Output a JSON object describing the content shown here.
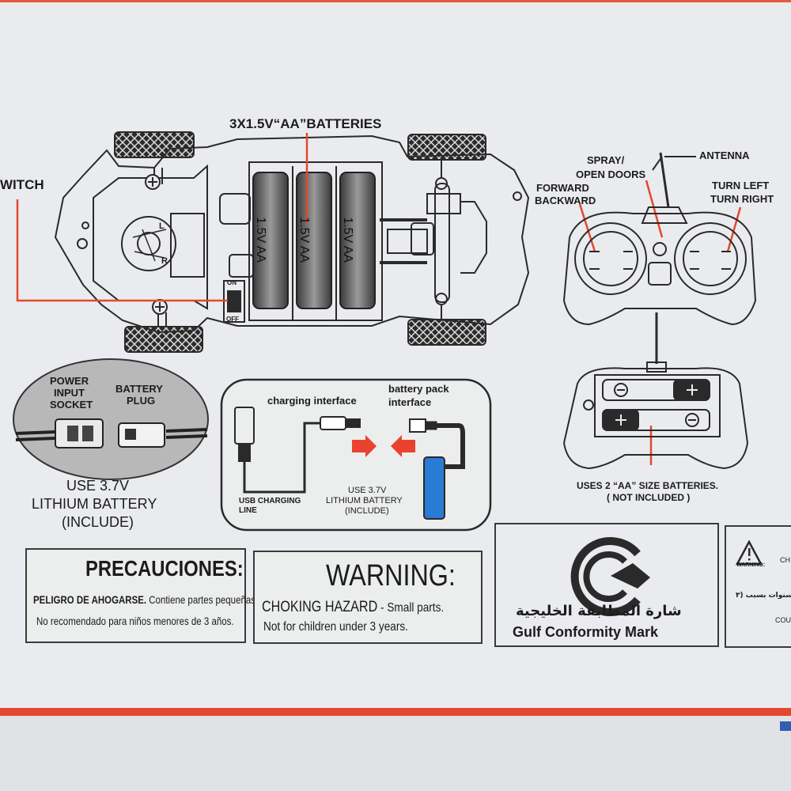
{
  "car_diagram": {
    "switch_label": "WITCH",
    "batteries_label": "3X1.5V“AA”BATTERIES",
    "battery_text": "1.5V AA",
    "switch_on": "ON",
    "switch_off": "OFF",
    "dial_l": "L",
    "dial_r": "R"
  },
  "remote_diagram": {
    "spray_label_1": "SPRAY/",
    "spray_label_2": "OPEN DOORS",
    "antenna_label": "ANTENNA",
    "forward_label": "FORWARD",
    "backward_label": "BACKWARD",
    "turn_left_label": "TURN LEFT",
    "turn_right_label": "TURN RIGHT",
    "batteries_note_1": "USES 2 “AA” SIZE BATTERIES.",
    "batteries_note_2": "( NOT INCLUDED )"
  },
  "battery_socket": {
    "power_input_1": "POWER",
    "power_input_2": "INPUT",
    "power_input_3": "SOCKET",
    "battery_plug_1": "BATTERY",
    "battery_plug_2": "PLUG",
    "use_1": "USE 3.7V",
    "use_2": "LITHIUM BATTERY",
    "use_3": "(INCLUDE)"
  },
  "charging": {
    "charging_interface": "charging interface",
    "battery_pack_1": "battery pack",
    "battery_pack_2": "interface",
    "usb_line_1": "USB CHARGING",
    "usb_line_2": "LINE",
    "use_1": "USE 3.7V",
    "use_2": "LITHIUM BATTERY",
    "use_3": "(INCLUDE)"
  },
  "warnings": {
    "es_title": "PRECAUCIONES:",
    "es_line1_bold": "PELIGRO DE AHOGARSE.",
    "es_line1_rest": " Contiene partes pequeñas.",
    "es_line2": "No recomendado para niños menores de 3 años.",
    "en_title": "WARNING:",
    "en_line1_bold": "CHOKING HAZARD",
    "en_line1_rest": " - Small parts.",
    "en_line2": "Not for children under 3 years."
  },
  "gulf_mark": {
    "arabic": "شارة المطابقة الخليجية",
    "english": "Gulf Conformity Mark"
  },
  "partial_box": {
    "warning": "WARNING:",
    "ch": "CH",
    "arabic": "سنوات بسبب (٣",
    "cou": "COU"
  },
  "colors": {
    "accent_red": "#e2492e",
    "arrow_red": "#e8432f",
    "battery_blue": "#2a7bd4"
  }
}
